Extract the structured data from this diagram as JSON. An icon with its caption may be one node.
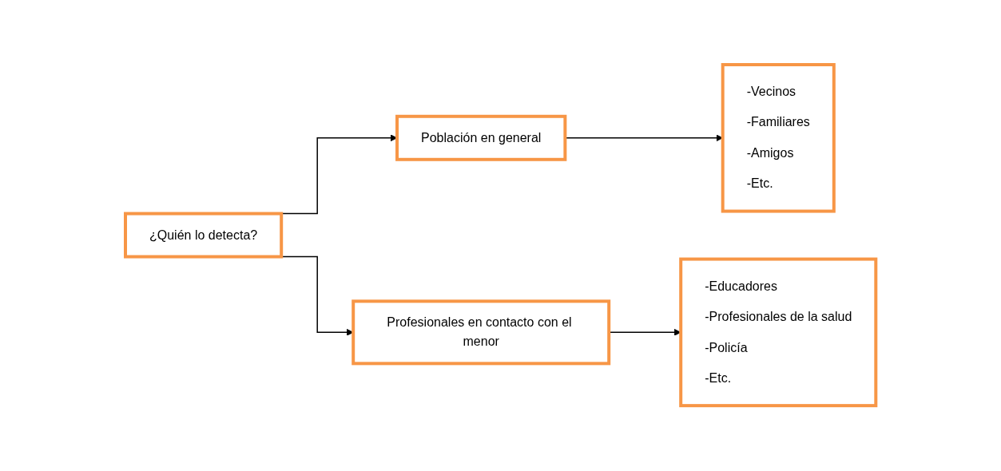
{
  "diagram": {
    "nodes": [
      {
        "text": [
          "¿Quién lo detecta?"
        ]
      },
      {
        "text": [
          "Población en general"
        ]
      },
      {
        "text": [
          "-Vecinos",
          "-Familiares",
          "-Amigos",
          "-Etc."
        ]
      },
      {
        "text": [
          "Profesionales en contacto con el menor"
        ]
      },
      {
        "text": [
          "-Educadores",
          "-Profesionales de la salud",
          "-Policía",
          "-Etc."
        ]
      }
    ],
    "edges": [
      {
        "from": 0,
        "to": 1,
        "arrow": "to"
      },
      {
        "from": 0,
        "to": 3,
        "arrow": "to"
      },
      {
        "from": 1,
        "to": 2,
        "arrow": "to"
      },
      {
        "from": 3,
        "to": 4,
        "arrow": "to"
      }
    ]
  }
}
